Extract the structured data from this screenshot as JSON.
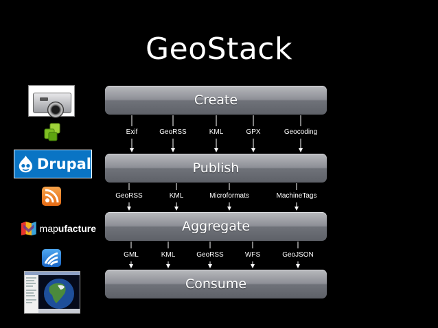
{
  "title": "GeoStack",
  "layers": {
    "create": "Create",
    "publish": "Publish",
    "aggregate": "Aggregate",
    "consume": "Consume"
  },
  "create_to_publish": [
    "Exif",
    "GeoRSS",
    "KML",
    "GPX",
    "Geocoding"
  ],
  "publish_to_aggregate": [
    "GeoRSS",
    "KML",
    "Microformats",
    "MachineTags"
  ],
  "aggregate_to_consume": [
    "GML",
    "KML",
    "GeoRSS",
    "WFS",
    "GeoJSON"
  ],
  "logos": {
    "drupal": "Drupal",
    "mapufacture_prefix": "map",
    "mapufacture_suffix": "ufacture"
  },
  "icons": [
    "camera-icon",
    "green-cubes-icon",
    "drupal-logo",
    "rss-icon",
    "mapufacture-logo",
    "signal-icon",
    "google-earth-icon"
  ],
  "colors": {
    "background": "#000000",
    "layer": "#8d8f96",
    "text": "#ffffff"
  }
}
